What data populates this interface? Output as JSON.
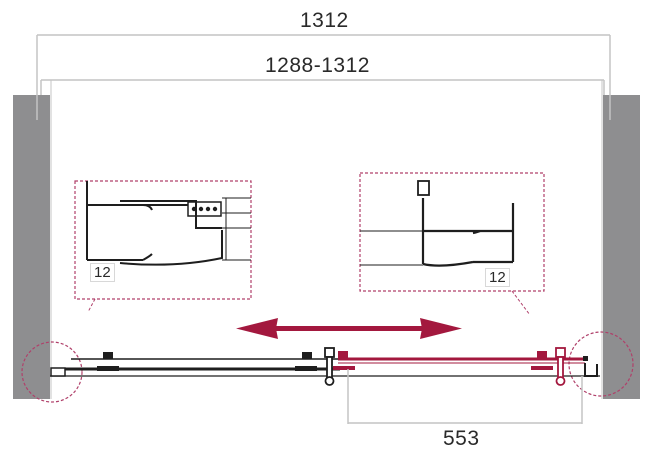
{
  "diagram": {
    "type": "sliding shower door installation plan (top view)",
    "colors": {
      "wall": "#8e8e90",
      "dimension_line": "#c4c4c4",
      "accent_red": "#a3183e",
      "detail_border": "#b0406a",
      "profile": "#1e1e1e"
    },
    "dimensions": {
      "overall_width": "1312",
      "adjustable_range": "1288-1312",
      "opening_width": "553"
    },
    "detail_left": {
      "label": "12"
    },
    "detail_right": {
      "label": "12"
    },
    "arrow": {
      "direction": "bidirectional",
      "meaning": "sliding direction"
    },
    "walls": [
      "left-wall",
      "right-wall"
    ],
    "panels": [
      {
        "name": "fixed-panel",
        "color": "#1e1e1e"
      },
      {
        "name": "sliding-panel",
        "color": "#a3183e"
      }
    ]
  }
}
